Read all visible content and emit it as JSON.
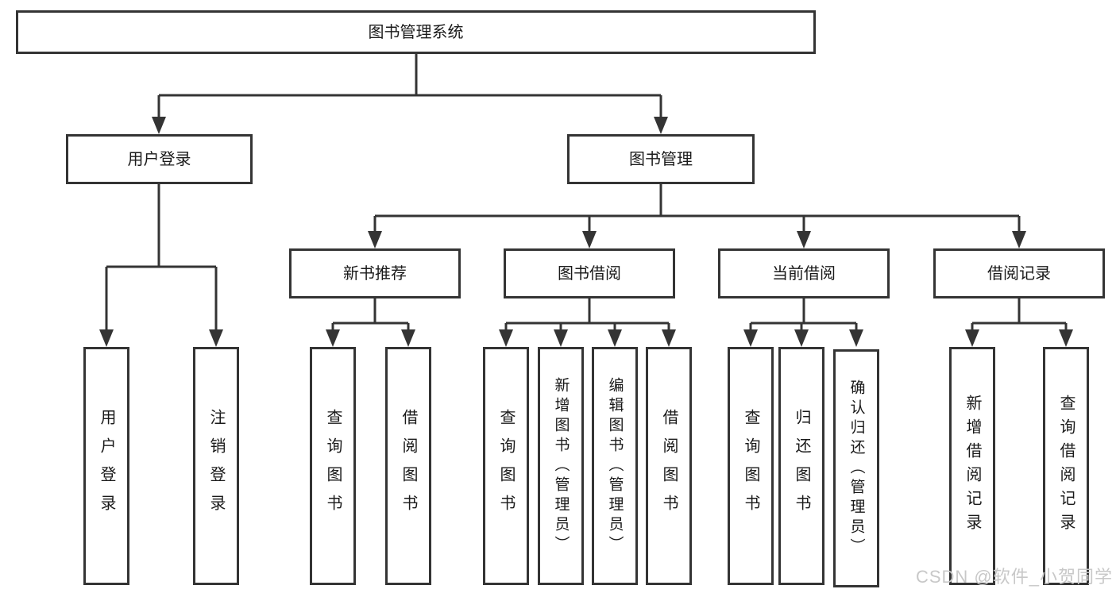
{
  "diagram_title": "图书管理系统",
  "colors": {
    "line": "#343434",
    "box_border": "#343434",
    "box_fill": "#ffffff",
    "text": "#1a1a1a",
    "watermark": "#c8c8c8",
    "background": "#ffffff"
  },
  "tree": {
    "root": {
      "label": "图书管理系统"
    },
    "children": [
      {
        "label": "用户登录",
        "children": [
          {
            "label": "用户登录"
          },
          {
            "label": "注销登录"
          }
        ]
      },
      {
        "label": "图书管理",
        "children": [
          {
            "label": "新书推荐",
            "children": [
              {
                "label": "查询图书"
              },
              {
                "label": "借阅图书"
              }
            ]
          },
          {
            "label": "图书借阅",
            "children": [
              {
                "label": "查询图书"
              },
              {
                "label": "新增图书（管理员）"
              },
              {
                "label": "编辑图书（管理员）"
              },
              {
                "label": "借阅图书"
              }
            ]
          },
          {
            "label": "当前借阅",
            "children": [
              {
                "label": "查询图书"
              },
              {
                "label": "归还图书"
              },
              {
                "label": "确认归还（管理员）"
              }
            ]
          },
          {
            "label": "借阅记录",
            "children": [
              {
                "label": "新增借阅记录"
              },
              {
                "label": "查询借阅记录"
              }
            ]
          }
        ]
      }
    ]
  },
  "watermark": {
    "text": "CSDN @软件_小贺同学"
  }
}
